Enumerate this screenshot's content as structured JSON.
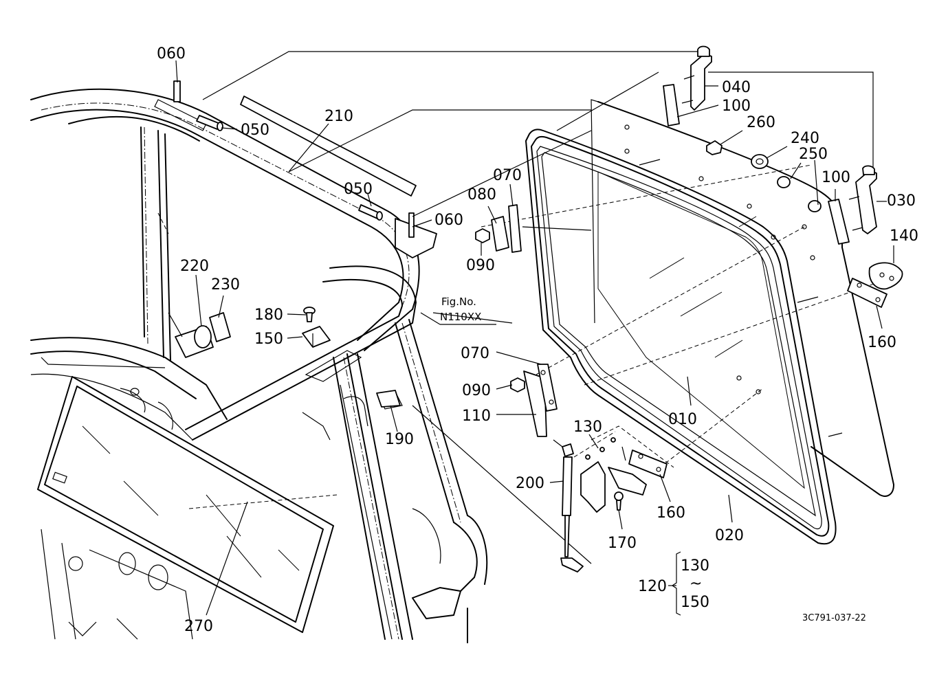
{
  "diagram": {
    "labels": {
      "p060a": "060",
      "p050a": "050",
      "p210": "210",
      "p050b": "050",
      "p060b": "060",
      "p040": "040",
      "p100a": "100",
      "p260": "260",
      "p240": "240",
      "p250": "250",
      "p100b": "100",
      "p030": "030",
      "p140": "140",
      "p160a": "160",
      "p070a": "070",
      "p080": "080",
      "p090a": "090",
      "p220": "220",
      "p230": "230",
      "p180": "180",
      "p150": "150",
      "p070b": "070",
      "p090b": "090",
      "p110": "110",
      "p190": "190",
      "p130": "130",
      "p010": "010",
      "p200": "200",
      "p160b": "160",
      "p170": "170",
      "p020": "020",
      "p270": "270",
      "p120": "120",
      "range_top": "130",
      "range_tilde": "~",
      "range_bottom": "150"
    },
    "fig_ref_line1": "Fig.No.",
    "fig_ref_line2": "N110XX",
    "drawing_code": "3C791-037-22"
  }
}
